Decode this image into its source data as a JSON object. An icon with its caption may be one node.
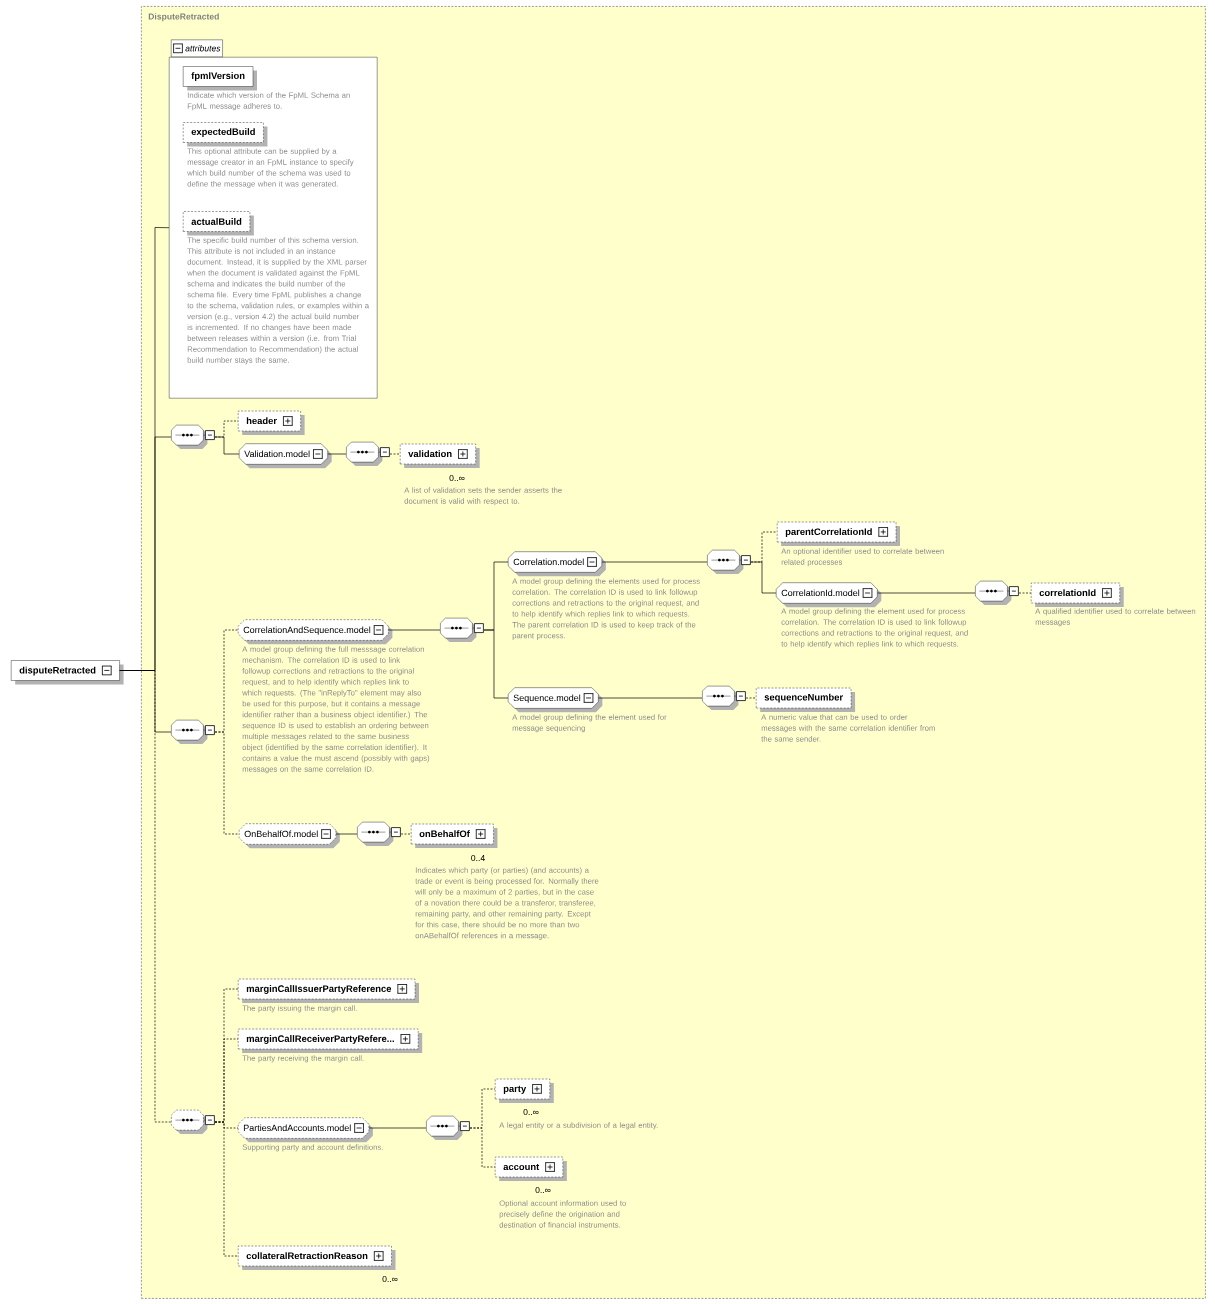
{
  "diagram": {
    "nodes": [
      {
        "text": [
          "DisputeRetracted"
        ]
      },
      {
        "text": [
          "attributes"
        ],
        "in": 0
      },
      {
        "text": [
          "fpmlVersion"
        ],
        "in": 1,
        "beside": [
          "Indicate which version of the FpML Schema an FpML message adheres to."
        ]
      },
      {
        "text": [
          "expectedBuild"
        ],
        "in": 1,
        "beside": [
          "This optional attribute can be supplied by a message creator in an FpML instance to specify which build number of the schema was used to define the message when it was generated."
        ]
      },
      {
        "text": [
          "actualBuild"
        ],
        "in": 1,
        "beside": [
          "The specific build number of this schema version. This attribute is not included in an instance document. Instead, it is supplied by the XML parser when the document is validated against the FpML schema and indicates the build number of the schema file. Every time FpML publishes a change to the schema, validation rules, or examples within a version (e.g., version 4.2) the actual build number is incremented. If no changes have been made between releases within a version (i.e. from Trial Recommendation to Recommendation) the actual build number stays the same."
        ]
      },
      {
        "text": [
          "disputeRetracted"
        ]
      },
      {
        "text": [],
        "shape": "octagon",
        "in": 0
      },
      {
        "text": [
          "header"
        ],
        "in": 0
      },
      {
        "text": [
          "Validation.model"
        ],
        "in": 0
      },
      {
        "text": [],
        "shape": "octagon",
        "in": 0
      },
      {
        "text": [
          "validation"
        ],
        "in": 0,
        "beside": [
          "0..∞",
          "A list of validation sets the sender asserts the document is valid with respect to."
        ]
      },
      {
        "text": [],
        "shape": "octagon",
        "in": 0
      },
      {
        "text": [
          "CorrelationAndSequence.model"
        ],
        "in": 0,
        "beside": [
          "A model group defining the full messsage correlation mechanism. The correlation ID is used to link followup corrections and retractions to the original request, and to help identify which replies link to which requests. (The \"inReplyTo\" element may also be used for this purpose, but it contains a message identifier rather than a business object identifier.) The sequence ID is used to establish an ordering between multiple messages related to the same business object (identified by the same correlation identifier). It contains a value the must ascend (possibly with gaps) messages on the same correlation ID."
        ]
      },
      {
        "text": [],
        "shape": "octagon",
        "in": 0
      },
      {
        "text": [
          "Correlation.model"
        ],
        "in": 0,
        "beside": [
          "A model group defining the elements used for process correlation. The correlation ID is used to link followup corrections and retractions to the original request, and to help identify which replies link to which requests. The parent correlation ID is used to keep track of the parent process."
        ]
      },
      {
        "text": [],
        "shape": "octagon",
        "in": 0
      },
      {
        "text": [
          "parentCorrelationId"
        ],
        "in": 0,
        "beside": [
          "An optional identifier used to correlate between related processes"
        ]
      },
      {
        "text": [
          "CorrelationId.model"
        ],
        "in": 0,
        "beside": [
          "A model group defining the element used for process correlation. The correlation ID is used to link followup corrections and retractions to the original request, and to help identify which replies link to which requests."
        ]
      },
      {
        "text": [],
        "shape": "octagon",
        "in": 0
      },
      {
        "text": [
          "correlationId"
        ],
        "in": 0,
        "beside": [
          "A qualified identifier used to correlate between messages"
        ]
      },
      {
        "text": [
          "Sequence.model"
        ],
        "in": 0,
        "beside": [
          "A model group defining the element used for message sequencing"
        ]
      },
      {
        "text": [],
        "shape": "octagon",
        "in": 0
      },
      {
        "text": [
          "sequenceNumber"
        ],
        "in": 0,
        "beside": [
          "A numeric value that can be used to order messages with the same correlation identifier from the same sender."
        ]
      },
      {
        "text": [
          "OnBehalfOf.model"
        ],
        "in": 0
      },
      {
        "text": [],
        "shape": "octagon",
        "in": 0
      },
      {
        "text": [
          "onBehalfOf"
        ],
        "in": 0,
        "beside": [
          "0..4",
          "Indicates which party (or parties) (and accounts) a trade or event is being processed for. Normally there will only be a maximum of 2 parties, but in the case of a novation there could be a transferor, transferee, remaining party, and other remaining party. Except for this case, there should be no more than two onABehalfOf references in a message."
        ]
      },
      {
        "text": [],
        "shape": "octagon",
        "in": 0
      },
      {
        "text": [
          "marginCallIssuerPartyReference"
        ],
        "in": 0,
        "beside": [
          "The party issuing the margin call."
        ]
      },
      {
        "text": [
          "marginCallReceiverPartyRefere..."
        ],
        "in": 0,
        "beside": [
          "The party receiving the margin call."
        ]
      },
      {
        "text": [
          "PartiesAndAccounts.model"
        ],
        "in": 0,
        "beside": [
          "Supporting party and account definitions."
        ]
      },
      {
        "text": [],
        "shape": "octagon",
        "in": 0
      },
      {
        "text": [
          "party"
        ],
        "in": 0,
        "beside": [
          "0..∞",
          "A legal entity or a subdivision of a legal entity."
        ]
      },
      {
        "text": [
          "account"
        ],
        "in": 0,
        "beside": [
          "0..∞",
          "Optional account information used to precisely define the origination and destination of financial instruments."
        ]
      },
      {
        "text": [
          "collateralRetractionReason"
        ],
        "in": 0,
        "beside": [
          "0..∞"
        ]
      }
    ],
    "edges": [
      {
        "from": 5,
        "to": 1,
        "arrow": "none"
      },
      {
        "from": 5,
        "to": 6,
        "arrow": "none"
      },
      {
        "from": 5,
        "to": 11,
        "arrow": "none"
      },
      {
        "from": 5,
        "to": 26,
        "arrow": "none",
        "style": "dashed"
      },
      {
        "from": 6,
        "to": 7,
        "arrow": "none",
        "style": "dashed"
      },
      {
        "from": 6,
        "to": 8,
        "arrow": "none"
      },
      {
        "from": 8,
        "to": 9,
        "arrow": "none"
      },
      {
        "from": 9,
        "to": 10,
        "arrow": "none",
        "style": "dashed"
      },
      {
        "from": 11,
        "to": 12,
        "arrow": "none",
        "style": "dashed"
      },
      {
        "from": 11,
        "to": 23,
        "arrow": "none",
        "style": "dashed"
      },
      {
        "from": 12,
        "to": 13,
        "arrow": "none"
      },
      {
        "from": 13,
        "to": 14,
        "arrow": "none"
      },
      {
        "from": 13,
        "to": 20,
        "arrow": "none"
      },
      {
        "from": 14,
        "to": 15,
        "arrow": "none"
      },
      {
        "from": 15,
        "to": 16,
        "arrow": "none",
        "style": "dashed"
      },
      {
        "from": 15,
        "to": 17,
        "arrow": "none"
      },
      {
        "from": 17,
        "to": 18,
        "arrow": "none"
      },
      {
        "from": 18,
        "to": 19,
        "arrow": "none",
        "style": "dashed"
      },
      {
        "from": 20,
        "to": 21,
        "arrow": "none"
      },
      {
        "from": 21,
        "to": 22,
        "arrow": "none",
        "style": "dashed"
      },
      {
        "from": 23,
        "to": 24,
        "arrow": "none"
      },
      {
        "from": 24,
        "to": 25,
        "arrow": "none",
        "style": "dashed"
      },
      {
        "from": 26,
        "to": 27,
        "arrow": "none",
        "style": "dashed"
      },
      {
        "from": 26,
        "to": 28,
        "arrow": "none",
        "style": "dashed"
      },
      {
        "from": 26,
        "to": 29,
        "arrow": "none",
        "style": "dashed"
      },
      {
        "from": 26,
        "to": 33,
        "arrow": "none",
        "style": "dashed"
      },
      {
        "from": 29,
        "to": 30,
        "arrow": "none"
      },
      {
        "from": 30,
        "to": 31,
        "arrow": "none",
        "style": "dashed"
      },
      {
        "from": 30,
        "to": 32,
        "arrow": "none",
        "style": "dashed"
      }
    ]
  }
}
